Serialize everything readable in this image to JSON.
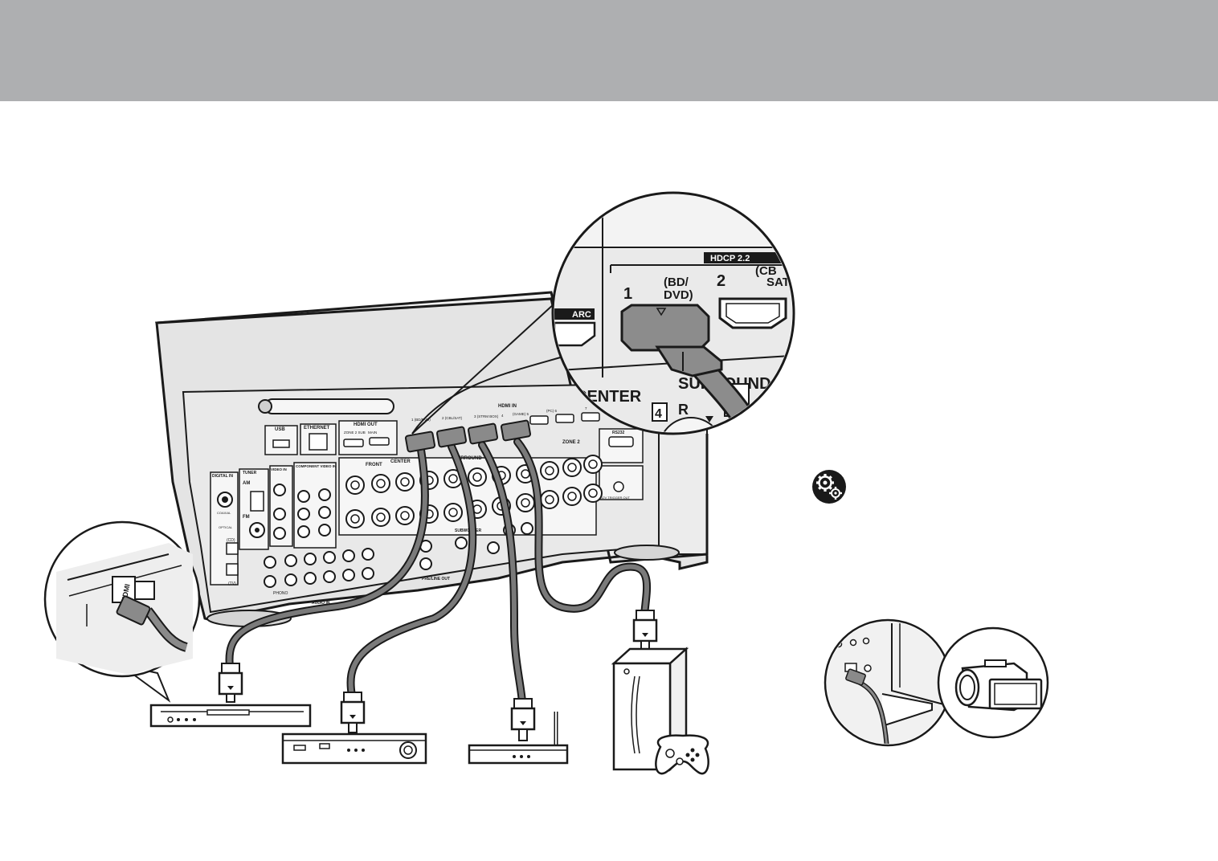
{
  "zoom_callout": {
    "hdcp": "HDCP 2.2",
    "arc": "ARC",
    "port1_num": "1",
    "port1_name_line1": "(BD/",
    "port1_name_line2": "DVD)",
    "port2_num": "2",
    "port2_name_line1": "(CB",
    "port2_name_line2": "SAT",
    "center": "CENTER",
    "surround": "SURROUND",
    "num4": "4",
    "r": "R"
  },
  "receiver_panel": {
    "usb": "USB",
    "ethernet": "ETHERNET",
    "hdmi_out": "HDMI OUT",
    "hdmi_in": "HDMI IN",
    "zone2_sub": "ZONE 2 SUB",
    "main": "MAIN",
    "in1": "1 (BD/DVD)",
    "in2": "2 (CBL/SAT)",
    "in3": "3 (STRM BOX)",
    "in4": "4",
    "in5": "(GAME) 5",
    "in6": "(PC) 6",
    "in7": "7",
    "digital_in": "DIGITAL IN",
    "tuner": "TUNER",
    "video_in": "VIDEO IN",
    "component": "COMPONENT VIDEO IN",
    "am": "AM",
    "fm": "FM",
    "front": "FRONT",
    "center": "CENTER",
    "surround": "SURROUND",
    "zone2": "ZONE 2",
    "rs232": "RS232",
    "phono": "PHONO",
    "tv": "(TV)",
    "cd": "(CD)",
    "coaxial": "COAXIAL",
    "optical": "OPTICAL",
    "audio_in": "AUDIO IN",
    "pre_line_out": "PRE/LINE OUT",
    "subwoofer": "SUBWOOFER",
    "twelve_v": "12V TRIGGER OUT"
  },
  "hdmi_zoom": {
    "label": "HDMI"
  },
  "icons": {
    "settings": "settings-gears-icon"
  },
  "colors": {
    "header": "#aeafb1",
    "cable": "#6e6e6e",
    "outline": "#1a1a1a",
    "panel": "#e9e9e9"
  }
}
